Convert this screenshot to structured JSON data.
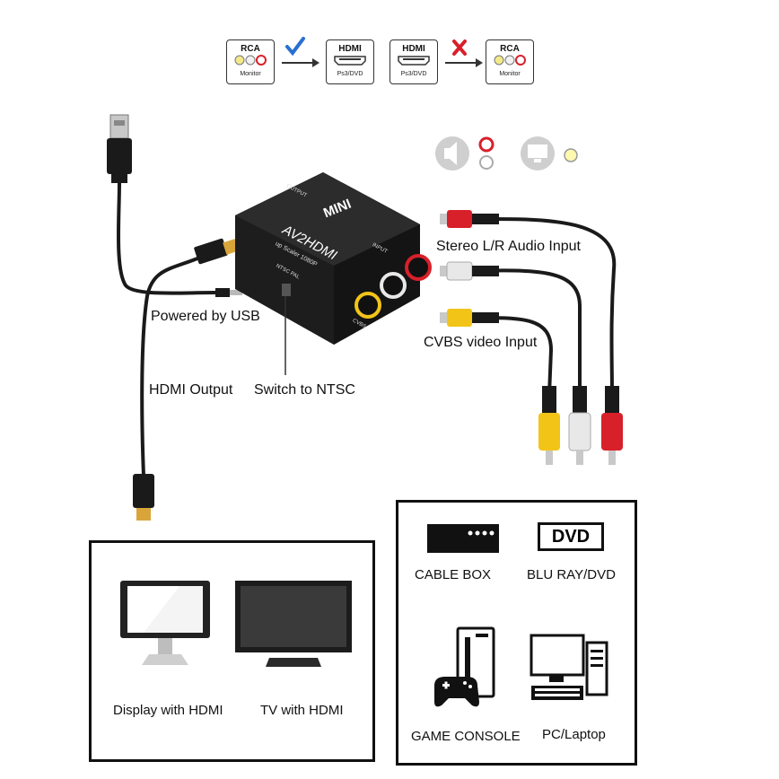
{
  "compat": {
    "badge1_title": "RCA",
    "badge1_sub": "Monitor",
    "badge2_title": "HDMI",
    "badge2_sub": "Ps3/DVD",
    "badge3_title": "HDMI",
    "badge3_sub": "Ps3/DVD",
    "badge4_title": "RCA",
    "badge4_sub": "Monitor",
    "ok_mark": "✔",
    "no_mark": "X"
  },
  "device": {
    "brand": "MINI",
    "model": "AV2HDMI",
    "subtitle": "up Scaler 1080P",
    "input_label": "INPUT",
    "cvbs_label": "CVBS",
    "output_label": "OUTPUT",
    "switch_label": "NTSC PAL"
  },
  "labels": {
    "powered": "Powered by USB",
    "hdmi_out": "HDMI Output",
    "ntsc": "Switch to NTSC",
    "stereo": "Stereo L/R Audio Input",
    "cvbs": "CVBS video Input"
  },
  "bottom_left": {
    "display": "Display with HDMI",
    "tv": "TV with HDMI"
  },
  "bottom_right": {
    "cable": "CABLE BOX",
    "dvd_logo": "DVD",
    "bluray": "BLU RAY/DVD",
    "game": "GAME CONSOLE",
    "pc": "PC/Laptop"
  },
  "colors": {
    "red": "#d8202a",
    "white": "#e8e8e8",
    "yellow": "#f2c418",
    "gold": "#d9a53a",
    "cable": "#1a1a1a",
    "device": "#1d1d1d",
    "check": "#2a6fd1",
    "cross": "#d8202a"
  }
}
